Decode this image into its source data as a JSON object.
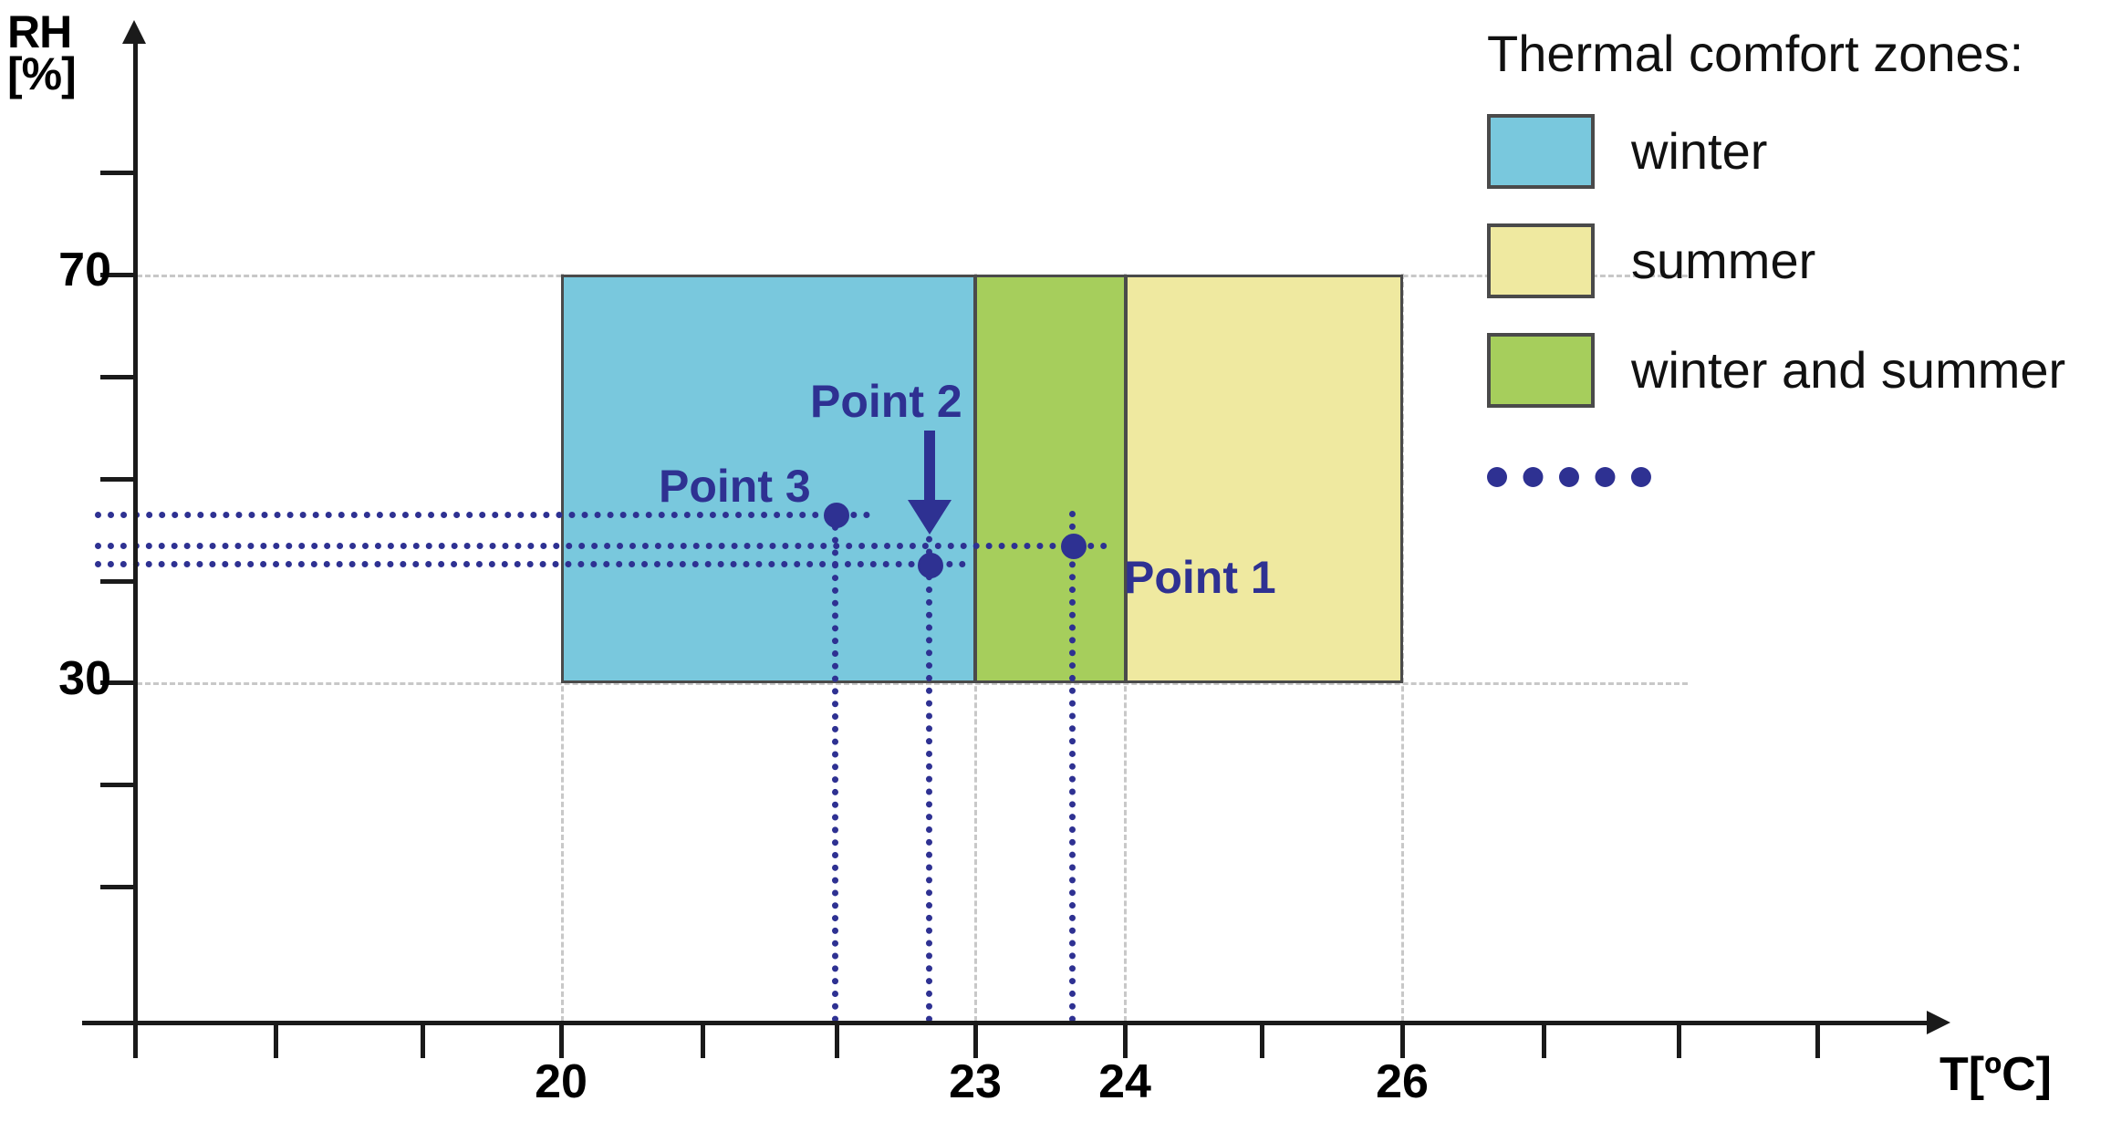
{
  "chart_data": {
    "type": "scatter",
    "title": "",
    "xlabel": "T[ºC]",
    "ylabel": "RH\n[%]",
    "ylabel_line1": "RH",
    "ylabel_line2": "[%]",
    "xlim": [
      17.0,
      30.0
    ],
    "ylim": [
      0,
      82
    ],
    "grid": true,
    "x_tick_labels": [
      "20",
      "23",
      "24",
      "26"
    ],
    "x_tick_values": [
      20,
      23,
      24,
      26
    ],
    "y_tick_labels": [
      "70",
      "30"
    ],
    "y_tick_values": [
      70,
      30
    ],
    "legend_position": "right",
    "legend_title": "Thermal comfort zones:",
    "zones": [
      {
        "name": "winter",
        "color": "#79c8dd",
        "x_start": 20,
        "x_end": 23,
        "y_start": 30,
        "y_end": 70
      },
      {
        "name": "winter and summer",
        "color": "#a6ce5c",
        "x_start": 23,
        "x_end": 24,
        "y_start": 30,
        "y_end": 70
      },
      {
        "name": "summer",
        "color": "#efe9a0",
        "x_start": 24,
        "x_end": 26,
        "y_start": 30,
        "y_end": 70
      }
    ],
    "points": [
      {
        "label": "Point 1",
        "T": 23.65,
        "RH": 52.5,
        "zone": "winter and summer"
      },
      {
        "label": "Point 2",
        "T": 22.85,
        "RH": 50.6,
        "zone": "winter"
      },
      {
        "label": "Point 3",
        "T": 21.95,
        "RH": 55.5,
        "zone": "winter"
      }
    ],
    "guide_line_style": "dotted",
    "guide_line_color": "#2e3192"
  },
  "axes": {
    "y_title_line1": "RH",
    "y_title_line2": "[%]",
    "x_title": "T[ºC]",
    "y_labels": [
      {
        "text": "70",
        "value": 70
      },
      {
        "text": "30",
        "value": 30
      }
    ],
    "x_labels": [
      {
        "text": "20",
        "value": 20
      },
      {
        "text": "23",
        "value": 23
      },
      {
        "text": "24",
        "value": 24
      },
      {
        "text": "26",
        "value": 26
      }
    ]
  },
  "legend": {
    "title": "Thermal comfort zones:",
    "items": [
      {
        "label": "winter",
        "color": "#79c8dd"
      },
      {
        "label": "summer",
        "color": "#efe9a0"
      },
      {
        "label": "winter and summer",
        "color": "#a6ce5c"
      }
    ],
    "dotted_entry": {
      "label": "",
      "color": "#2e3192"
    }
  },
  "annotations": {
    "point1_label": "Point 1",
    "point2_label": "Point 2",
    "point3_label": "Point 3"
  },
  "colors": {
    "winter": "#79c8dd",
    "summer": "#efe9a0",
    "winter_and_summer": "#a6ce5c",
    "guide": "#2e3192",
    "axis": "#1a1a1a",
    "gridline": "#c8c8c8",
    "zone_border": "#4a4a4a"
  }
}
